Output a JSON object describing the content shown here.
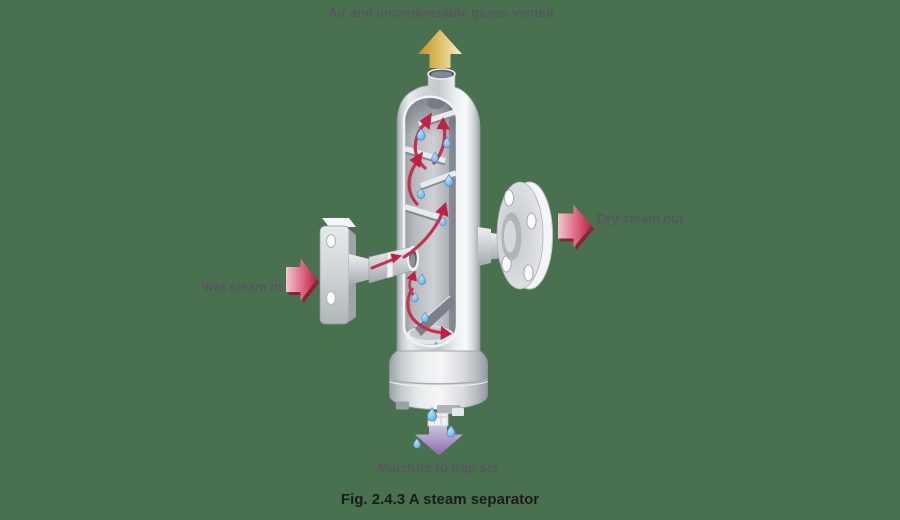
{
  "figure": {
    "caption": "Fig. 2.4.3 A steam separator",
    "labels": {
      "vent": "Air and incondensable gases vented",
      "outlet": "Dry steam out",
      "inlet": "Wet steam in",
      "drain": "Moisture to trap set"
    },
    "arrows": [
      {
        "name": "vent-arrow",
        "direction": "up",
        "meaning": "Air and incondensable gases vented",
        "color": "#D8B64C"
      },
      {
        "name": "wet-steam-arrow",
        "direction": "right",
        "meaning": "Wet steam in",
        "color": "#BD1E44"
      },
      {
        "name": "dry-steam-arrow",
        "direction": "right",
        "meaning": "Dry steam out",
        "color": "#BD1E44"
      },
      {
        "name": "moisture-arrow",
        "direction": "down",
        "meaning": "Moisture to trap set",
        "color": "#8A68AB"
      }
    ],
    "colors": {
      "background": "#49714F",
      "label_text": "#585660",
      "caption_text": "#1B1B1B",
      "droplet": "#6CB3E4",
      "steam_flow_arrow": "#C5324F",
      "metal_light": "#F5F7F8",
      "metal_dark": "#9AA0A5"
    }
  }
}
